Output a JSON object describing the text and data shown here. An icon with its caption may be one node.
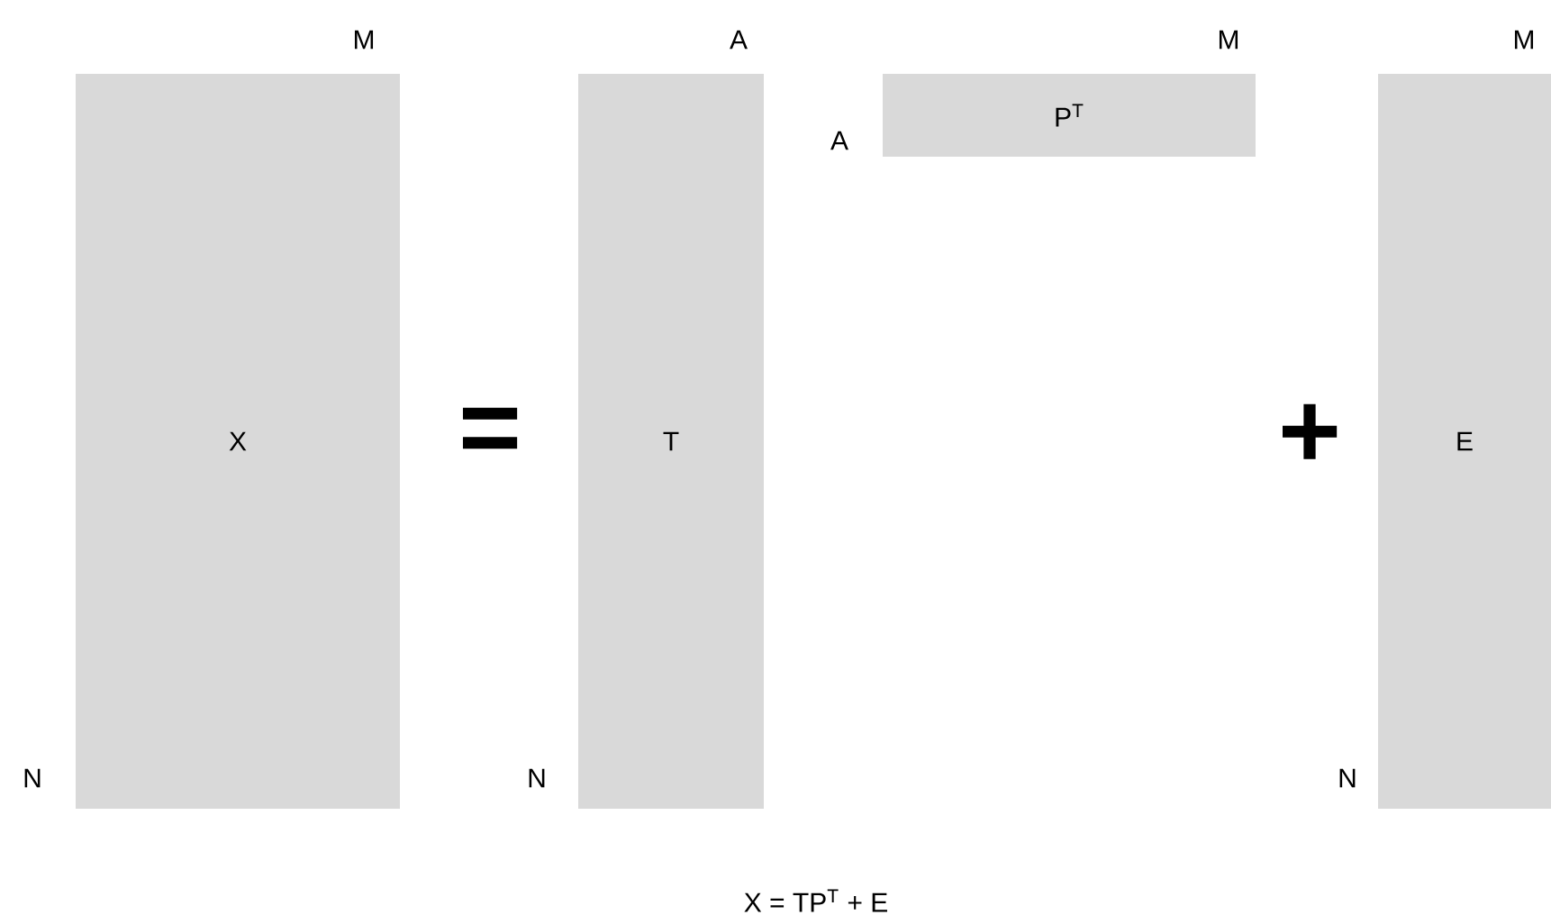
{
  "diagram": {
    "caption": "X = TP$^{T}$ + E",
    "nodes": [
      {
        "text": [
          "X"
        ]
      },
      {
        "text": [
          "T"
        ]
      },
      {
        "text": [
          "P$^{T}$"
        ]
      },
      {
        "text": [
          "E"
        ]
      }
    ],
    "labels": [
      "M",
      "A",
      "M",
      "M",
      "A",
      "=",
      "+",
      "N",
      "N",
      "N"
    ]
  }
}
